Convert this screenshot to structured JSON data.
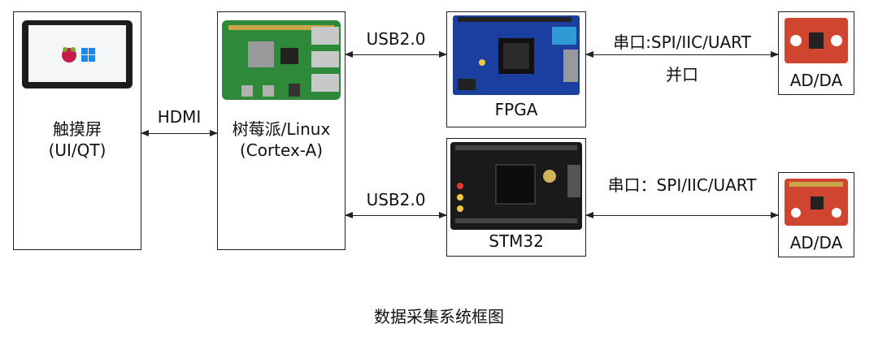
{
  "nodes": {
    "touchscreen": {
      "line1": "触摸屏",
      "line2": "(UI/QT)"
    },
    "raspberry_pi": {
      "line1": "树莓派/Linux",
      "line2": "(Cortex-A)"
    },
    "fpga": {
      "label": "FPGA"
    },
    "stm32": {
      "label": "STM32"
    },
    "adda_top": {
      "label": "AD/DA"
    },
    "adda_bottom": {
      "label": "AD/DA"
    }
  },
  "links": {
    "hdmi": "HDMI",
    "usb_top": "USB2.0",
    "usb_bottom": "USB2.0",
    "fpga_serial": "串口:SPI/IIC/UART",
    "fpga_parallel": "并口",
    "stm32_serial": "串口：SPI/IIC/UART"
  },
  "caption": "数据采集系统框图",
  "colors": {
    "line": "#222222",
    "board_pcb_blue": "#1a3fa0",
    "board_pcb_black": "#1a1a1a",
    "board_pcb_green": "#2e8a3a",
    "sensor_red": "#d0452f",
    "screen_frame": "#1c1c1c"
  }
}
